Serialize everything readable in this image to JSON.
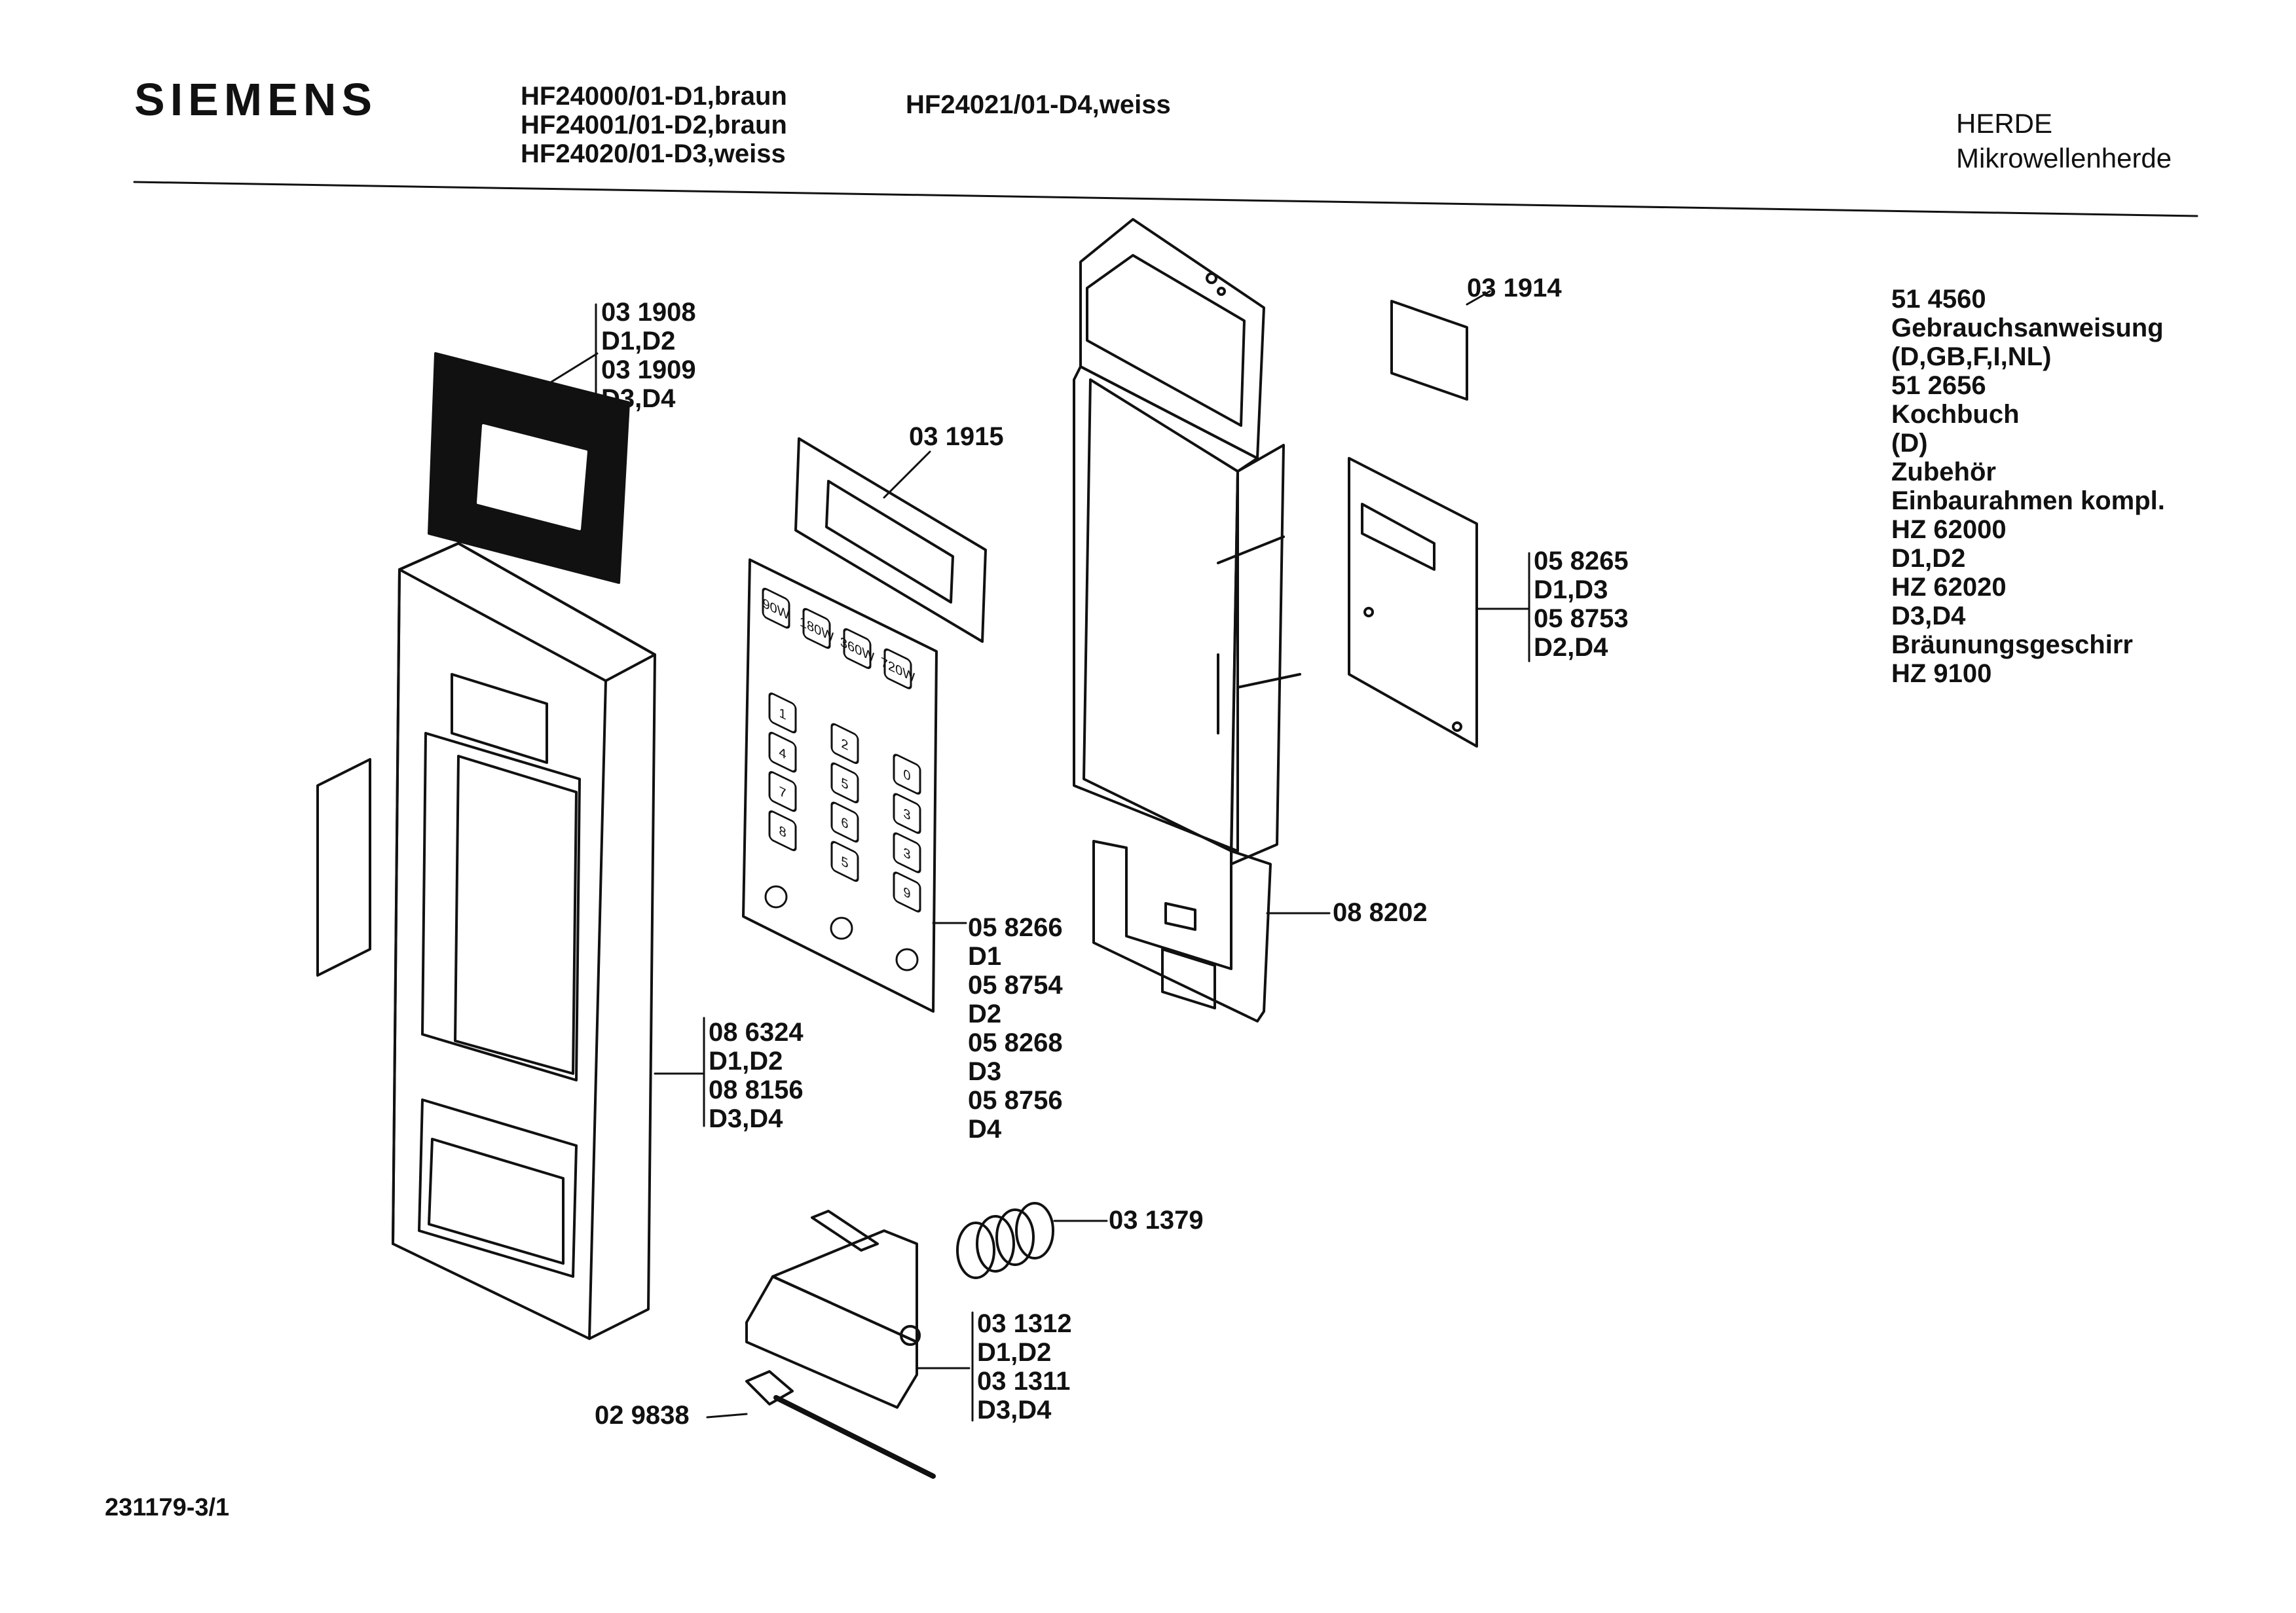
{
  "header": {
    "brand": "SIEMENS",
    "models_col1": [
      "HF24000/01-D1,braun",
      "HF24001/01-D2,braun",
      "HF24020/01-D3,weiss"
    ],
    "models_col2": [
      "HF24021/01-D4,weiss"
    ],
    "category": "HERDE",
    "subcategory": "Mikrowellenherde"
  },
  "callouts": {
    "window_frame": [
      "03 1908",
      "D1,D2",
      "03 1909",
      "D3,D4"
    ],
    "display_window": [
      "03 1915"
    ],
    "label_sticker": [
      "03 1914"
    ],
    "pcb": [
      "05 8265",
      "D1,D3",
      "05 8753",
      "D2,D4"
    ],
    "housing": [
      "08 8202"
    ],
    "keypad": [
      "05 8266",
      "D1",
      "05 8754",
      "D2",
      "05 8268",
      "D3",
      "05 8756",
      "D4"
    ],
    "door_panel": [
      "08 6324",
      "D1,D2",
      "08 8156",
      "D3,D4"
    ],
    "spring": [
      "03 1379"
    ],
    "handle": [
      "03 1312",
      "D1,D2",
      "03 1311",
      "D3,D4"
    ],
    "lever": [
      "02 9838"
    ]
  },
  "accessories": [
    "51 4560",
    "Gebrauchsanweisung",
    "(D,GB,F,I,NL)",
    "51 2656",
    "Kochbuch",
    "(D)",
    "Zubehör",
    "Einbaurahmen kompl.",
    "HZ 62000",
    "D1,D2",
    "HZ 62020",
    "D3,D4",
    "Bräunungsgeschirr",
    "HZ 9100"
  ],
  "keypad_keys": [
    "90W",
    "180W",
    "360W",
    "720W",
    "1",
    "2",
    "0",
    "4",
    "5",
    "3",
    "7",
    "6",
    "3",
    "8",
    "5",
    "9"
  ],
  "doc_number": "231179-3/1"
}
